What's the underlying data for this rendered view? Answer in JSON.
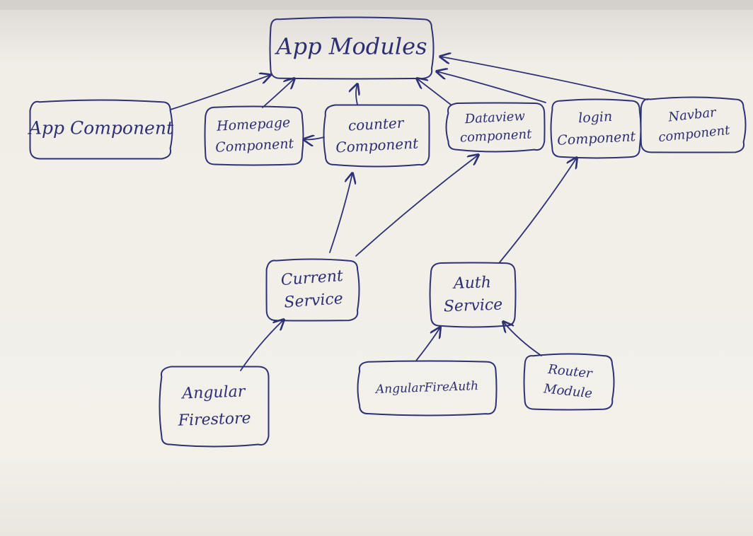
{
  "diagram": {
    "ink_color": "#2e3175",
    "paper_color": "#f2efe9",
    "nodes": [
      {
        "id": "app-modules",
        "lines": [
          "App Modules"
        ]
      },
      {
        "id": "app-component",
        "lines": [
          "App Component"
        ]
      },
      {
        "id": "homepage-component",
        "lines": [
          "Homepage",
          "Component"
        ]
      },
      {
        "id": "counter-component",
        "lines": [
          "counter",
          "Component"
        ]
      },
      {
        "id": "dataview-component",
        "lines": [
          "Dataview",
          "component"
        ]
      },
      {
        "id": "login-component",
        "lines": [
          "login",
          "Component"
        ]
      },
      {
        "id": "navbar-component",
        "lines": [
          "Navbar",
          "component"
        ]
      },
      {
        "id": "current-service",
        "lines": [
          "Current",
          "Service"
        ]
      },
      {
        "id": "auth-service",
        "lines": [
          "Auth",
          "Service"
        ]
      },
      {
        "id": "angular-firestore",
        "lines": [
          "Angular",
          "Firestore"
        ]
      },
      {
        "id": "angular-fire-auth",
        "lines": [
          "AngularFireAuth"
        ]
      },
      {
        "id": "router-module",
        "lines": [
          "Router",
          "Module"
        ]
      }
    ],
    "edges": [
      {
        "from": "app-component",
        "to": "app-modules"
      },
      {
        "from": "homepage-component",
        "to": "app-modules"
      },
      {
        "from": "counter-component",
        "to": "app-modules"
      },
      {
        "from": "dataview-component",
        "to": "app-modules"
      },
      {
        "from": "login-component",
        "to": "app-modules"
      },
      {
        "from": "navbar-component",
        "to": "app-modules"
      },
      {
        "from": "counter-component",
        "to": "homepage-component"
      },
      {
        "from": "current-service",
        "to": "counter-component"
      },
      {
        "from": "current-service",
        "to": "dataview-component"
      },
      {
        "from": "auth-service",
        "to": "login-component"
      },
      {
        "from": "angular-firestore",
        "to": "current-service"
      },
      {
        "from": "angular-fire-auth",
        "to": "auth-service"
      },
      {
        "from": "router-module",
        "to": "auth-service"
      }
    ]
  }
}
